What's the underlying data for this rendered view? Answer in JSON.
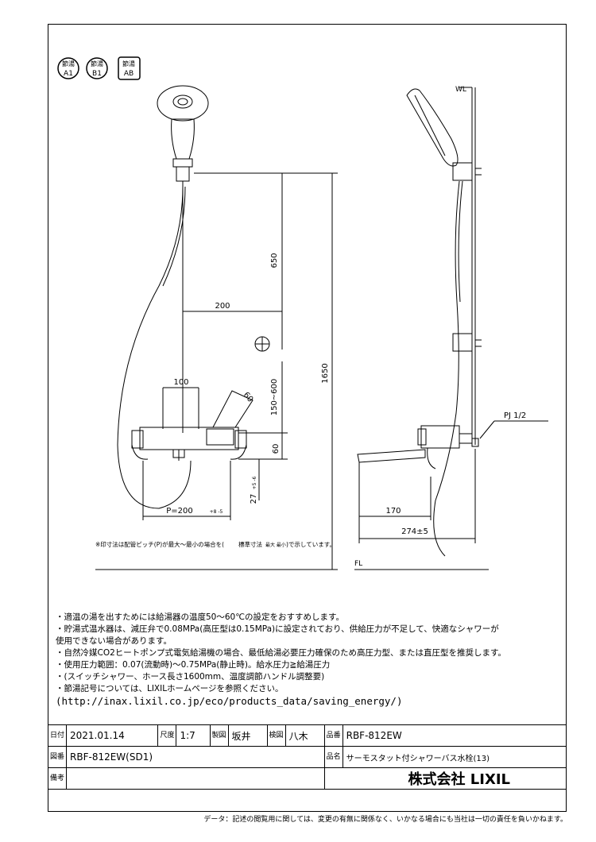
{
  "badges": [
    {
      "top": "節湯",
      "bottom": "A1"
    },
    {
      "top": "節湯",
      "bottom": "B1"
    },
    {
      "top": "節湯",
      "bottom": "AB"
    }
  ],
  "dimensions": {
    "d650": "650",
    "d200": "200",
    "d1650": "1650",
    "d100": "100",
    "d150_600": "150~600",
    "d60v": "60",
    "d60a": "60",
    "d27": "27",
    "d27_tol": "+5 -6",
    "pitch": "P=200",
    "pitch_tol": "+8 -5",
    "d170": "170",
    "d274": "274±5",
    "wl": "WL",
    "fl": "FL",
    "pj": "PJ 1/2"
  },
  "pitch_note": {
    "before": "※印寸法は配管ピッチ(P)が最大～最小の場合を(",
    "std": "標準寸法",
    "maxmin": "最大 最小",
    "after": ")で示しています。"
  },
  "notes": [
    "・適温の湯を出すためには給湯器の温度50～60℃の設定をおすすめします。",
    "・貯湯式温水器は、減圧弁で0.08MPa(高圧型は0.15MPa)に設定されており、供給圧力が不足して、快適なシャワーが",
    "使用できない場合があります。",
    "・自然冷媒CO2ヒートポンプ式電気給湯機の場合、最低給湯必要圧力確保のため高圧力型、または直圧型を推奨します。",
    "・使用圧力範囲：0.07(流動時)～0.75MPa(静止時)。給水圧力≧給湯圧力",
    "・(スイッチシャワー、ホース長さ1600mm、温度調節ハンドル調整要)",
    "・節湯記号については、LIXILホームページを参照ください。"
  ],
  "url": "(http://inax.lixil.co.jp/eco/products_data/saving_energy/)",
  "title_block": {
    "date_label": "日付",
    "date": "2021.01.14",
    "scale_label": "尺度",
    "scale": "1:7",
    "drawn_label": "製図",
    "drawn_by": "坂井",
    "checked_label": "検図",
    "checked_by": "八木",
    "part_no_label": "品番",
    "part_no": "RBF-812EW",
    "drawing_no_label": "図番",
    "drawing_no": "RBF-812EW(SD1)",
    "product_name_label": "品名",
    "product_name": "サーモスタット付シャワーバス水栓(13)",
    "remarks_label": "備考",
    "remarks": "",
    "company": "株式会社 LIXIL"
  },
  "disclaimer": "データ：記述の閲覧用に関しては、変更の有無に関係なく、いかなる場合にも当社は一切の責任を負いかねます。"
}
